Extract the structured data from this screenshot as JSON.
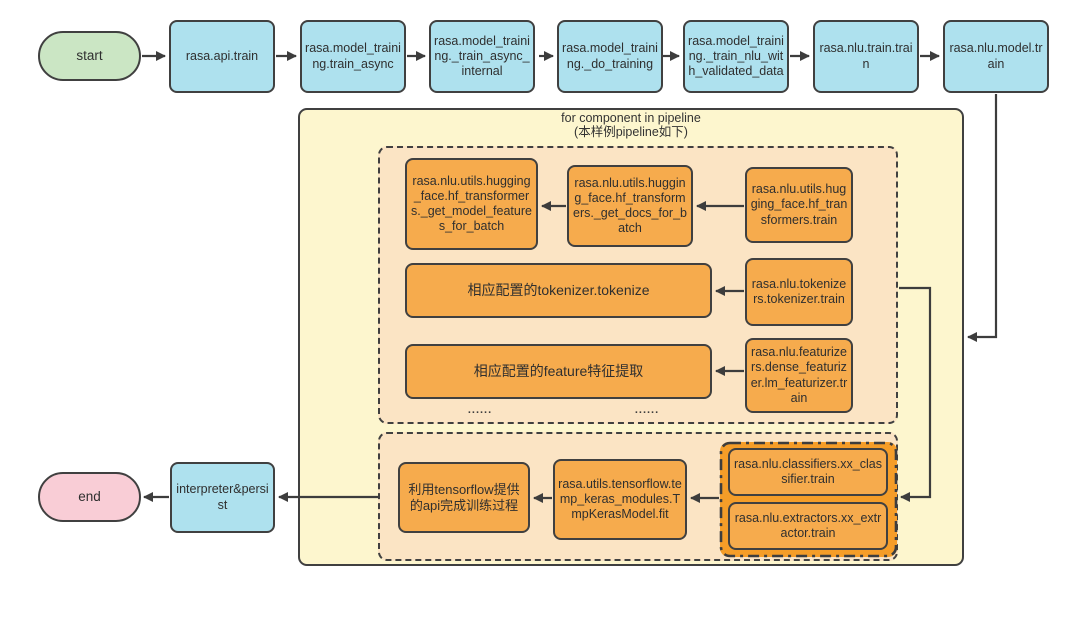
{
  "colors": {
    "node_cyan": "#aee1ee",
    "node_green": "#cbe6c4",
    "node_pink": "#f9cdd6",
    "container_yellow": "#fdf6ce",
    "group_peach": "#fbe4c4",
    "node_orange": "#f6ab4d",
    "group_orange": "#f59d28",
    "line": "#3d3d3d"
  },
  "flow": {
    "start_label": "start",
    "end_label": "end",
    "top_nodes": [
      "rasa.api.train",
      "rasa.model_training.train_async",
      "rasa.model_training._train_async_internal",
      "rasa.model_training._do_training",
      "rasa.model_training._train_nlu_with_validated_data",
      "rasa.nlu.train.train",
      "rasa.nlu.model.train"
    ],
    "container": {
      "title": "for component in pipeline",
      "subtitle": "(本样例pipeline如下)"
    },
    "upper_group": {
      "hf_features": "rasa.nlu.utils.hugging_face.hf_transformers._get_model_features_for_batch",
      "hf_docs": "rasa.nlu.utils.hugging_face.hf_transformers._get_docs_for_batch",
      "hf_train": "rasa.nlu.utils.hugging_face.hf_transformers.train",
      "tokenize_step": "相应配置的tokenizer.tokenize",
      "tokenizer_train": "rasa.nlu.tokenizers.tokenizer.train",
      "featurize_step": "相应配置的feature特征提取",
      "featurizer_train": "rasa.nlu.featurizers.dense_featurizer.lm_featurizer.train",
      "ellipsis_1": "......",
      "ellipsis_2": "......",
      "ellipsis_3": "......"
    },
    "lower_group": {
      "tensorflow_step": "利用tensorflow提供的api完成训练过程",
      "keras_fit": "rasa.utils.tensorflow.temp_keras_modules.TmpKerasModel.fit",
      "classifier_train": "rasa.nlu.classifiers.xx_classifier.train",
      "extractor_train": "rasa.nlu.extractors.xx_extractor.train"
    },
    "interpreter_label": "interpreter&persist"
  }
}
